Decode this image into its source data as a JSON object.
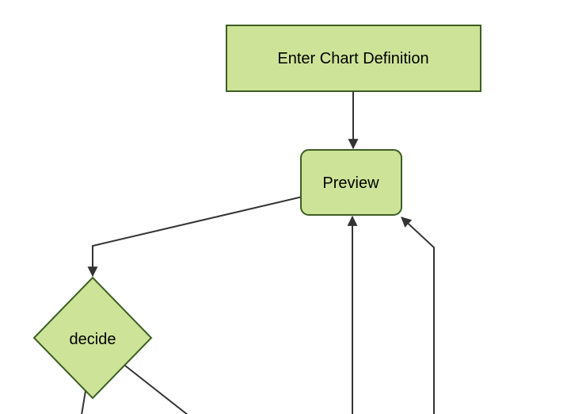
{
  "diagram": {
    "type": "flowchart",
    "direction": "top-down",
    "background": "#ffffff",
    "colors": {
      "node_fill": "#cde498",
      "node_border": "#3c5e23",
      "edge_line": "#333333",
      "arrowhead": "#333333",
      "label_text": "#000000"
    },
    "nodes": [
      {
        "id": "enter-chart-definition",
        "shape": "rectangle",
        "label": "Enter Chart Definition"
      },
      {
        "id": "preview",
        "shape": "rounded-rectangle",
        "label": "Preview"
      },
      {
        "id": "decide",
        "shape": "diamond",
        "label": "decide"
      }
    ],
    "edges": [
      {
        "from": "enter-chart-definition",
        "to": "preview",
        "arrow": true
      },
      {
        "from": "preview",
        "to": "decide",
        "arrow": true
      },
      {
        "from": "offscreen-bottom",
        "to": "preview",
        "arrow": true
      },
      {
        "from": "offscreen-bottom",
        "to": "preview",
        "arrow": true
      },
      {
        "from": "decide",
        "to": "offscreen-bottom",
        "arrow": false
      },
      {
        "from": "decide",
        "to": "offscreen-bottom",
        "arrow": false
      }
    ]
  }
}
